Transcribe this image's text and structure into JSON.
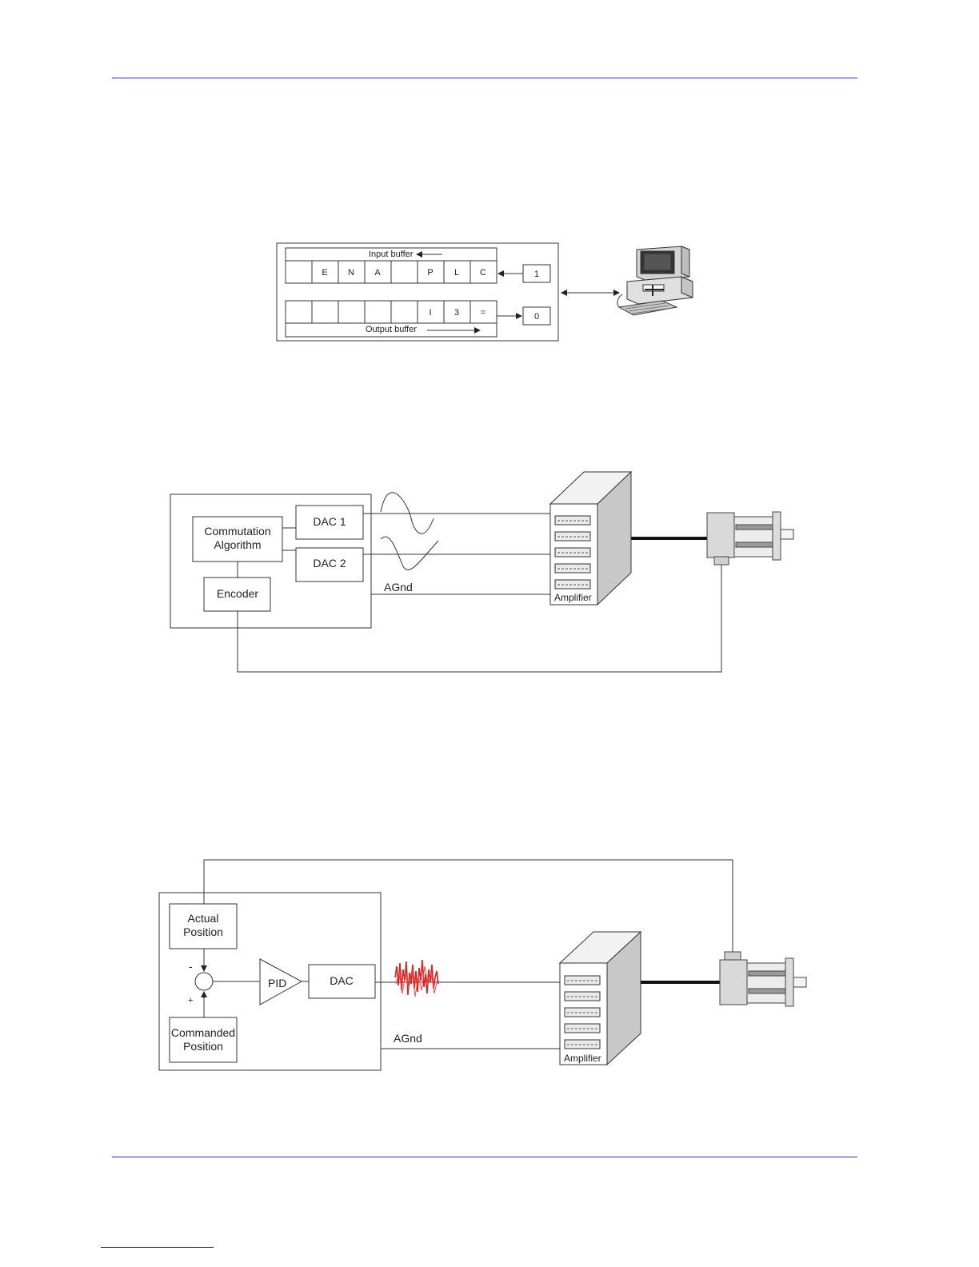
{
  "buffer_diagram": {
    "input_buffer_label": "Input buffer",
    "output_buffer_label": "Output buffer",
    "input_cells": [
      "",
      "E",
      "N",
      "A",
      "",
      "P",
      "L",
      "C"
    ],
    "output_cells": [
      "",
      "",
      "",
      "",
      "",
      "I",
      "3",
      "="
    ],
    "input_register": "1",
    "output_register": "0"
  },
  "commutation_diagram": {
    "commutation_label_line1": "Commutation",
    "commutation_label_line2": "Algorithm",
    "dac1_label": "DAC 1",
    "dac2_label": "DAC 2",
    "encoder_label": "Encoder",
    "agnd_label": "AGnd",
    "amplifier_label": "Amplifier"
  },
  "pid_diagram": {
    "actual_line1": "Actual",
    "actual_line2": "Position",
    "commanded_line1": "Commanded",
    "commanded_line2": "Position",
    "minus_sign": "-",
    "plus_sign": "+",
    "pid_label": "PID",
    "dac_label": "DAC",
    "agnd_label": "AGnd",
    "amplifier_label": "Amplifier"
  },
  "colors": {
    "rule": "#2b2bb0",
    "noise": "#e02020",
    "line": "#333333"
  }
}
